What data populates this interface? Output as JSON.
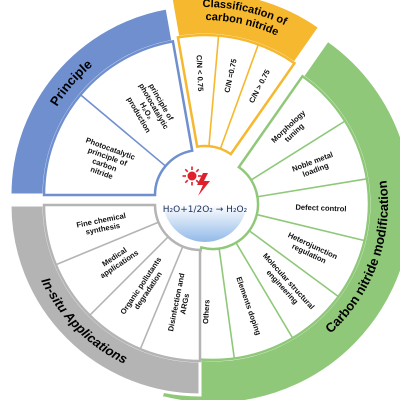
{
  "colors": {
    "principle": "#6f8fcf",
    "classification": "#f5b82e",
    "modification": "#8fc879",
    "applications": "#b4b4b4",
    "divider": "#ffffff",
    "inner_fill": "#ffffff",
    "center_top": "#ffffff",
    "center_bottom": "#8fb8e8",
    "sun": "#e0202a",
    "bolt": "#e0202a"
  },
  "categories": {
    "principle": "Principle",
    "classification_line1": "Classification of",
    "classification_line2": "carbon nitride",
    "modification": "Carbon nitride modification",
    "applications": "In-situ Applications"
  },
  "principle_items": [
    [
      "Photocatalytic",
      "principle of",
      "carbon",
      "nitride"
    ],
    [
      "principle of",
      "photocatalytic",
      "H₂O₂",
      "production"
    ]
  ],
  "classification_items": [
    [
      "C/N < 0.75"
    ],
    [
      "C/N =0.75"
    ],
    [
      "C/N > 0.75"
    ]
  ],
  "modification_items": [
    [
      "Morphology",
      "tuning"
    ],
    [
      "Noble metal",
      "loading"
    ],
    [
      "Defect control"
    ],
    [
      "Heterojunction",
      "regulation"
    ],
    [
      "Molecular structural",
      "engineering"
    ],
    [
      "Elements doping"
    ],
    [
      "Others"
    ]
  ],
  "application_items": [
    [
      "Disinfection and",
      "ARGs"
    ],
    [
      "Organic pollutants",
      "degradation"
    ],
    [
      "Medical",
      "applications"
    ],
    [
      "Fine chemical",
      "synthesis"
    ]
  ],
  "center": {
    "equation": "H₂O+1/2O₂ → H₂O₂",
    "icons": [
      "sun-icon",
      "lightning-icon"
    ]
  }
}
